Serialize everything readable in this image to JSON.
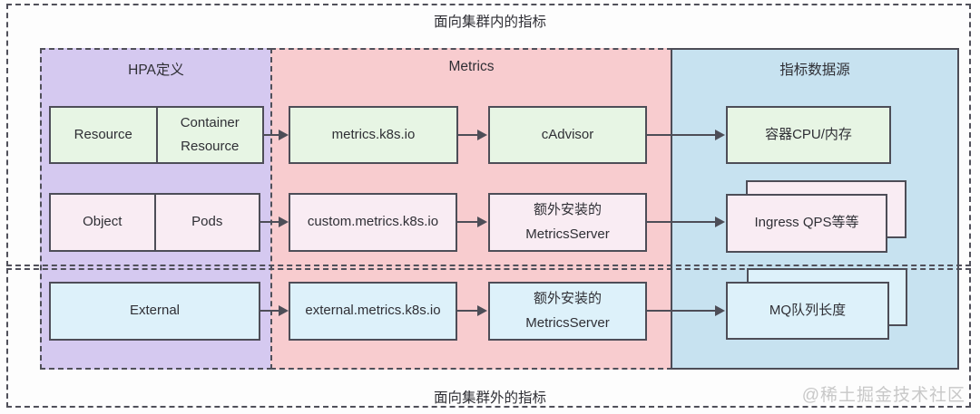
{
  "region_labels": {
    "top": "面向集群内的指标",
    "bottom": "面向集群外的指标"
  },
  "columns": {
    "hpa": "HPA定义",
    "metrics": "Metrics",
    "sources": "指标数据源"
  },
  "rows": [
    {
      "hpa": [
        "Resource",
        "Container Resource"
      ],
      "api": "metrics.k8s.io",
      "collector": [
        "cAdvisor"
      ],
      "source": "容器CPU/内存"
    },
    {
      "hpa": [
        "Object",
        "Pods"
      ],
      "api": "custom.metrics.k8s.io",
      "collector": [
        "额外安装的",
        "MetricsServer"
      ],
      "source": "Ingress QPS等等"
    },
    {
      "hpa": [
        "External"
      ],
      "api": "external.metrics.k8s.io",
      "collector": [
        "额外安装的",
        "MetricsServer"
      ],
      "source": "MQ队列长度"
    }
  ],
  "watermark": "@稀土掘金技术社区",
  "colors": {
    "bg": "#fdfdfd",
    "purple": "#d5c9f0",
    "pink_col": "#f8cccf",
    "blue_col": "#c7e2f0",
    "green_box": "#e7f5e4",
    "pink_box": "#f9ecf3",
    "blue_box": "#ddf1fa",
    "line": "#4d4d57",
    "dash": "#50505a",
    "text": "#2f2f35",
    "watermark": "#c8c8c8"
  }
}
